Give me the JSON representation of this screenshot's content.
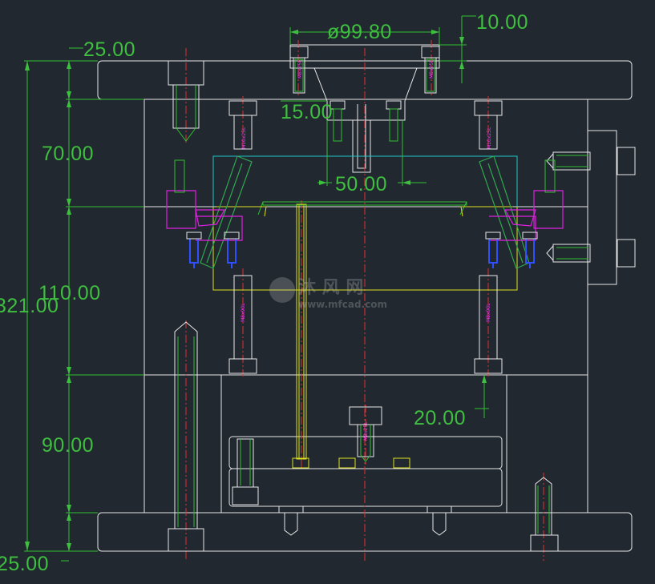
{
  "dimensions": {
    "overall_height": "321.00",
    "top_plate": "25.00",
    "a_plate": "70.00",
    "b_plate": "110.00",
    "spacer": "90.00",
    "bottom_plate": "25.00",
    "locating_ring_dia": "ø99.80",
    "ring_height": "10.00",
    "sprue_offset": "15.00",
    "sprue_width": "50.00",
    "ejector_gap": "20.00"
  },
  "screw_labels": {
    "m_small": "M8x25L",
    "m_left": "M10x25L",
    "m_right": "M10x25L",
    "m_pin_left": "M8x90L",
    "m_pin_right": "M8x90L"
  },
  "watermark": {
    "logo_text": "沐 风 网",
    "url": "www.mfcad.com"
  },
  "colors": {
    "background": "#212830",
    "outline": "#e8e8e8",
    "dimension": "#3fbf3f",
    "centerline": "#e03030",
    "ejector": "#e0e020",
    "parting": "#20c8c8",
    "screw": "#e020e0",
    "bolt": "#3050ff"
  }
}
